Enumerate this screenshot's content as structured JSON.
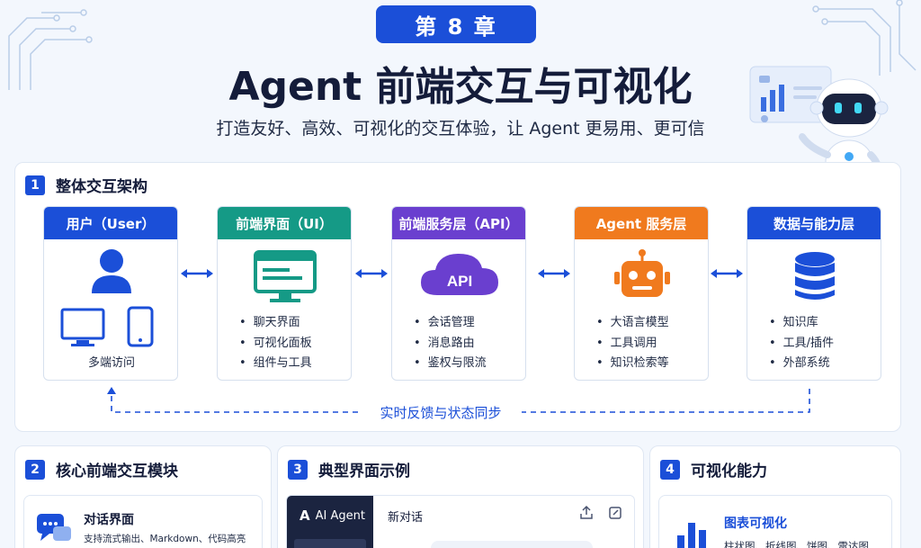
{
  "header": {
    "chapter": "第 8 章",
    "title": "Agent 前端交互与可视化",
    "subtitle": "打造友好、高效、可视化的交互体验，让 Agent 更易用、更可信"
  },
  "section1": {
    "num": "1",
    "title": "整体交互架构",
    "cards": [
      {
        "title": "用户（User）",
        "color": "#1b4fd8",
        "items": [],
        "caption": "多端访问"
      },
      {
        "title": "前端界面（UI）",
        "color": "#159a86",
        "items": [
          "聊天界面",
          "可视化面板",
          "组件与工具"
        ]
      },
      {
        "title": "前端服务层（API）",
        "color": "#6a3fcf",
        "items": [
          "会话管理",
          "消息路由",
          "鉴权与限流"
        ],
        "icon_label": "API"
      },
      {
        "title": "Agent 服务层",
        "color": "#f07a1e",
        "items": [
          "大语言模型",
          "工具调用",
          "知识检索等"
        ]
      },
      {
        "title": "数据与能力层",
        "color": "#1b4fd8",
        "items": [
          "知识库",
          "工具/插件",
          "外部系统"
        ]
      }
    ],
    "feedback": "实时反馈与状态同步"
  },
  "section2": {
    "num": "2",
    "title": "核心前端交互模块",
    "module": {
      "title": "对话界面",
      "desc": "支持流式输出、Markdown、代码高亮"
    }
  },
  "section3": {
    "num": "3",
    "title": "典型界面示例",
    "brand": "AI Agent",
    "brand_mark": "A",
    "chat_title": "新对话"
  },
  "section4": {
    "num": "4",
    "title": "可视化能力",
    "item": {
      "title": "图表可视化",
      "desc": "柱状图、折线图、饼图、雷达图"
    }
  },
  "colors": {
    "primary": "#1b4fd8",
    "teal": "#159a86",
    "purple": "#6a3fcf",
    "orange": "#f07a1e"
  }
}
